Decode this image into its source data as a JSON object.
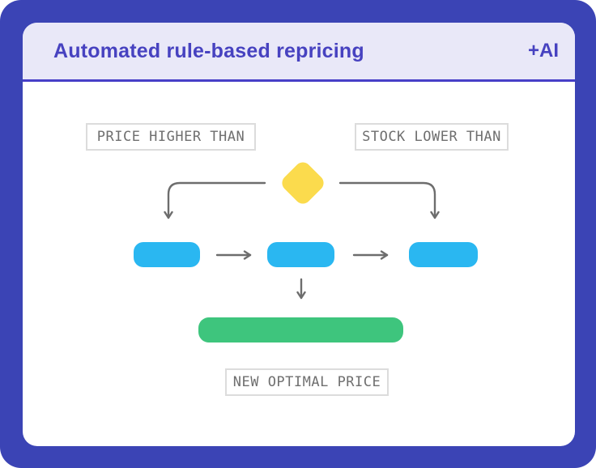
{
  "header": {
    "title": "Automated rule-based repricing",
    "badge": "+AI"
  },
  "diagram": {
    "condition_labels": [
      {
        "label": "PRICE HIGHER THAN"
      },
      {
        "label": "STOCK LOWER THAN"
      }
    ],
    "result_label": "NEW OPTIMAL PRICE",
    "flow": {
      "decision_node": "diamond",
      "rule_nodes": 3,
      "rule_node_links": [
        "left-to-center",
        "center-to-right"
      ],
      "decision_branches": [
        "down-left",
        "down-right"
      ],
      "result_link": "center-down-to-result"
    }
  },
  "colors": {
    "frame_background": "#3B44B5",
    "header_background": "#E9E8F8",
    "header_text": "#4742C0",
    "divider": "#473FC8",
    "decision_diamond": "#FBDB4D",
    "rule_node": "#2AB7F1",
    "result_bar": "#3EC57D",
    "connector": "#6D6D6D",
    "label_text": "#6F6F6F",
    "label_border": "#DCDCDC"
  }
}
